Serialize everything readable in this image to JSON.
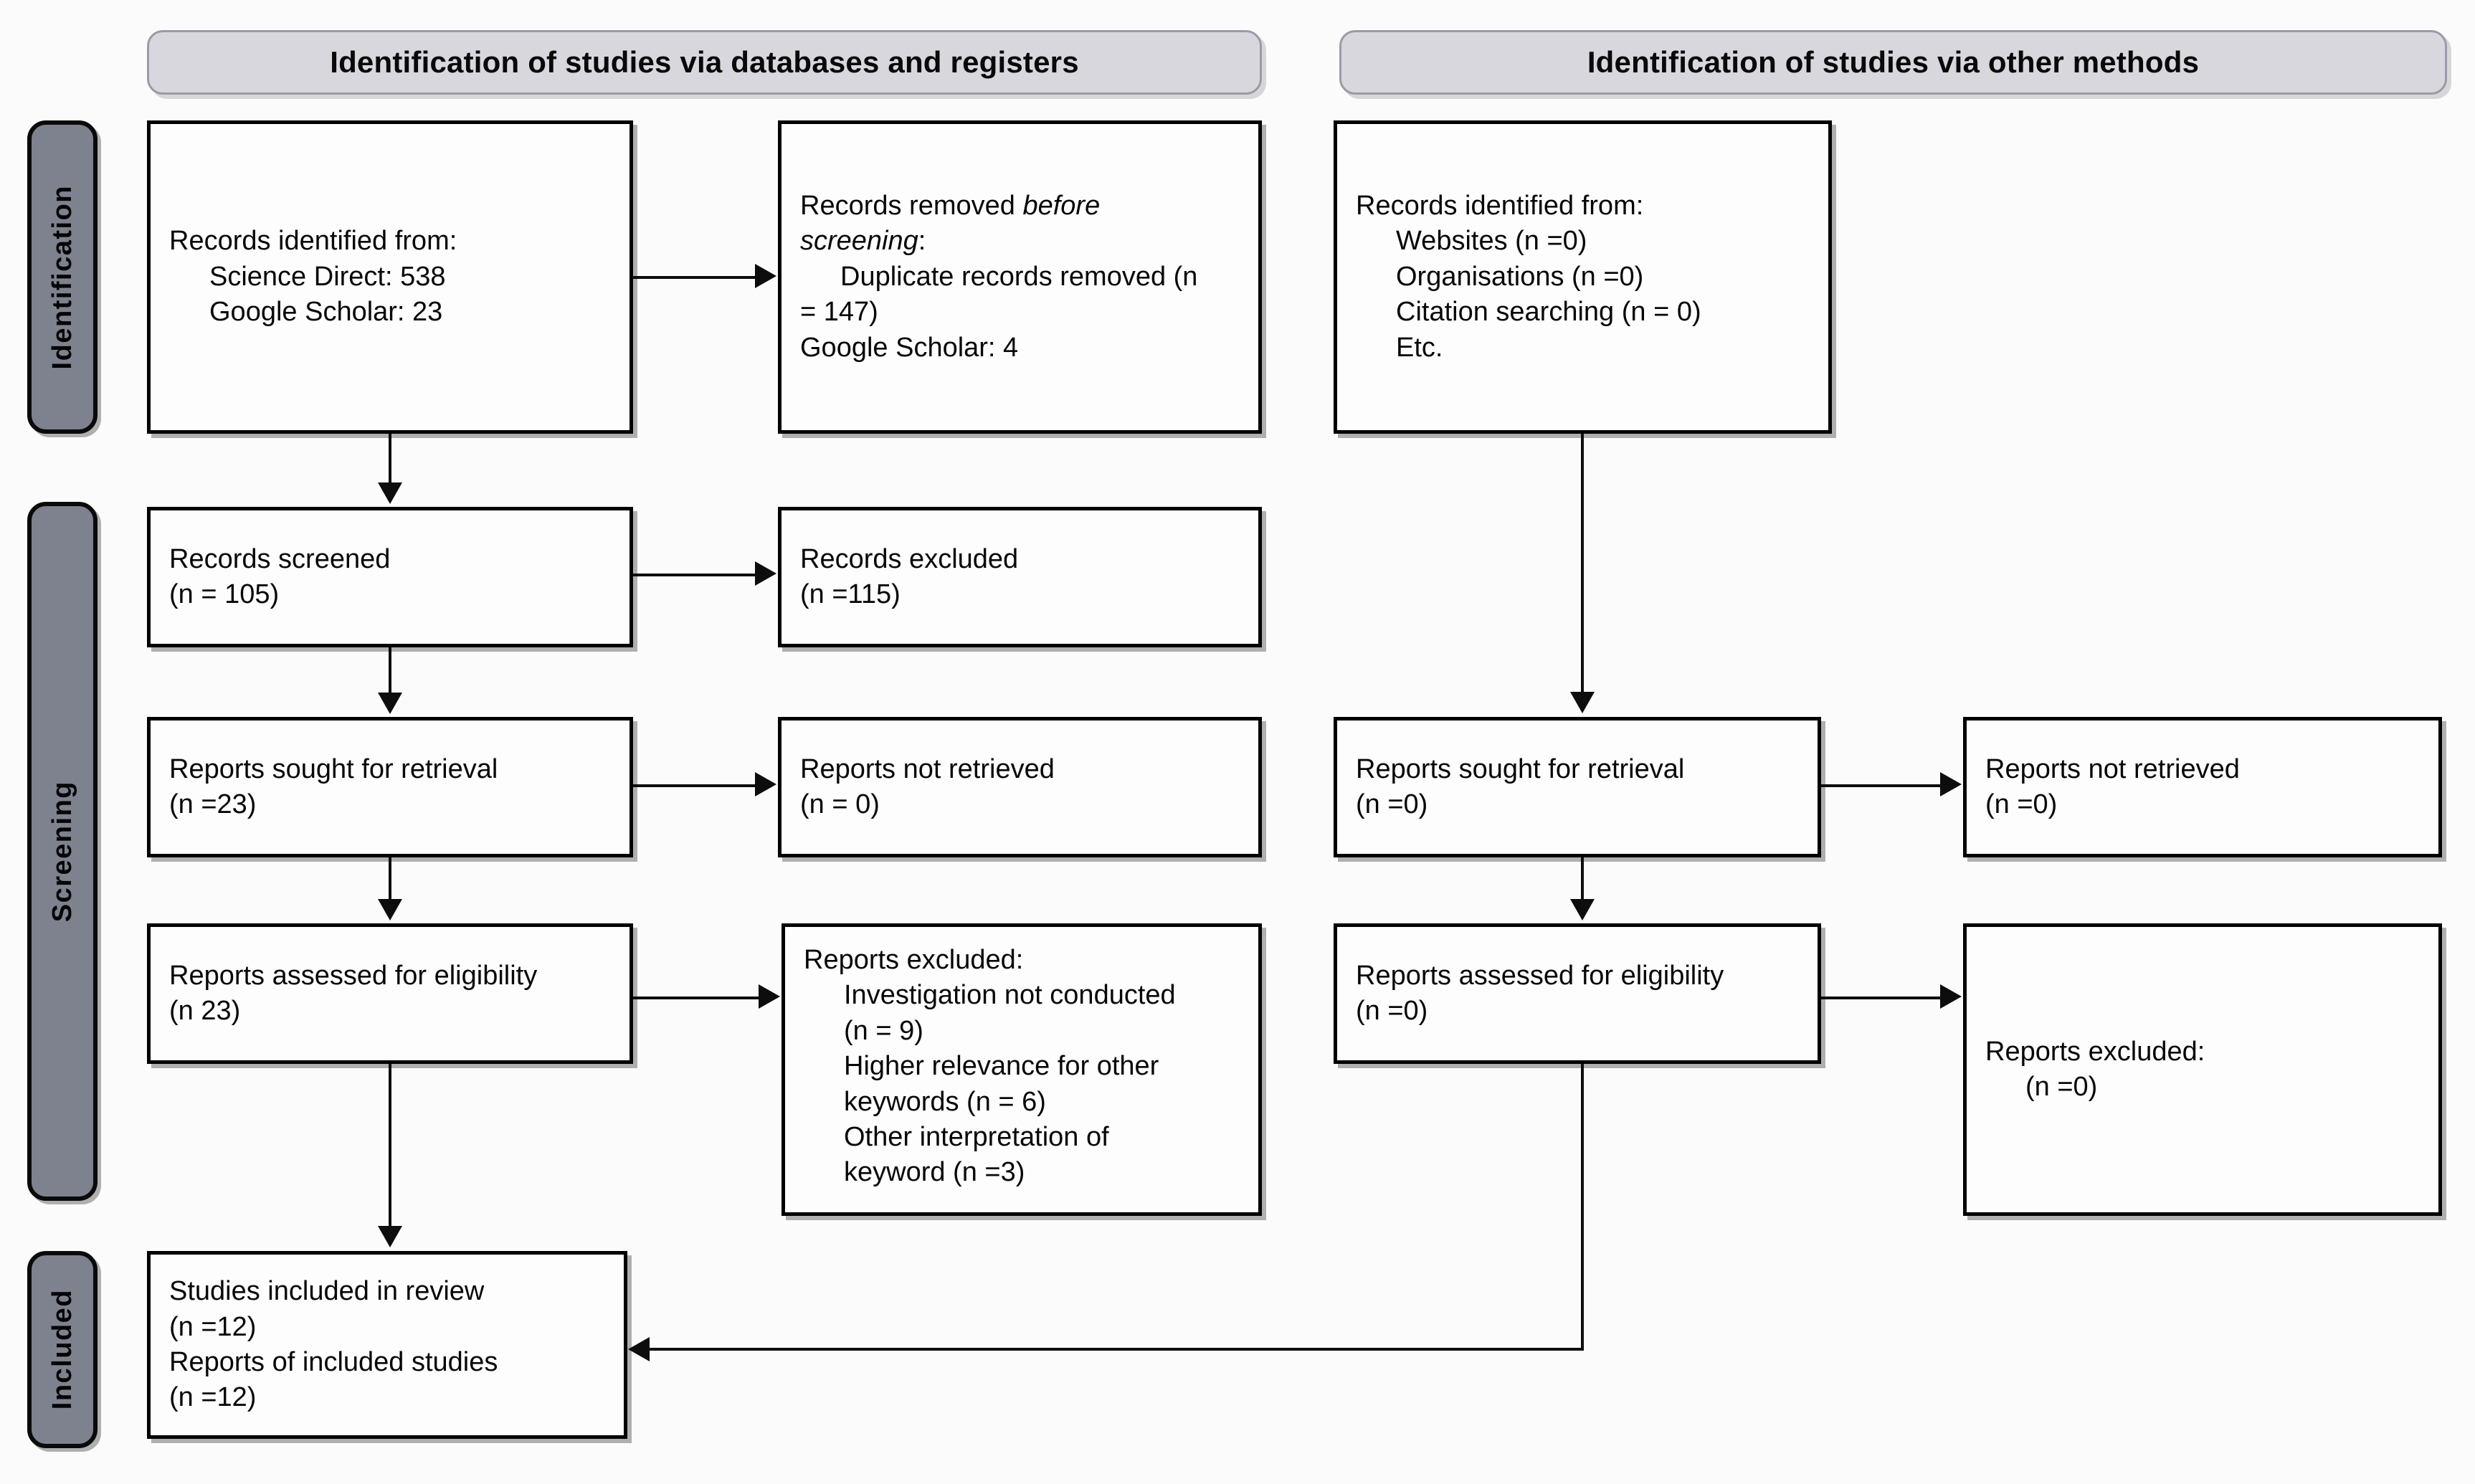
{
  "diagram": {
    "type": "prisma-flow-diagram",
    "title_left": "Identification of studies via databases and registers",
    "title_right": "Identification of studies via other methods"
  },
  "phases": [
    {
      "id": "identification",
      "label": "Identification"
    },
    {
      "id": "screening",
      "label": "Screening"
    },
    {
      "id": "included",
      "label": "Included"
    }
  ],
  "banners": {
    "left": "Identification of studies via databases and registers",
    "right": "Identification of studies via other methods"
  },
  "boxes": {
    "records_identified_db": {
      "l1": "Records identified from:",
      "l2": "Science Direct: 538",
      "l3": "Google Scholar: 23"
    },
    "records_removed": {
      "l1_a": "Records removed ",
      "l1_b": "before",
      "l2_a": "screening",
      "l2_b": ":",
      "l3": "Duplicate records removed (n",
      "l4": "= 147)",
      "l5": "Google Scholar: 4"
    },
    "records_screened": {
      "l1": "Records screened",
      "l2": "(n = 105)"
    },
    "records_excluded": {
      "l1": "Records excluded",
      "l2": "(n =115)"
    },
    "reports_sought_db": {
      "l1": "Reports sought for retrieval",
      "l2": "(n =23)"
    },
    "reports_not_retrieved_db": {
      "l1": "Reports not retrieved",
      "l2": "(n = 0)"
    },
    "reports_assessed_db": {
      "l1": "Reports assessed for eligibility",
      "l2": "(n 23)"
    },
    "reports_excluded_db": {
      "l1": "Reports excluded:",
      "l2": "Investigation not conducted",
      "l3": "(n = 9)",
      "l4": "Higher relevance for other",
      "l5": "keywords (n = 6)",
      "l6": "Other interpretation of",
      "l7": "keyword (n =3)"
    },
    "studies_included": {
      "l1": "Studies included in review",
      "l2": "(n =12)",
      "l3": "Reports of included studies",
      "l4": "(n =12)"
    },
    "records_identified_other": {
      "l1": "Records identified from:",
      "l2": "Websites (n =0)",
      "l3": "Organisations (n =0)",
      "l4": "Citation searching (n = 0)",
      "l5": "Etc."
    },
    "reports_sought_other": {
      "l1": "Reports sought for retrieval",
      "l2": "(n =0)"
    },
    "reports_not_retrieved_other": {
      "l1": "Reports not retrieved",
      "l2": "(n =0)"
    },
    "reports_assessed_other": {
      "l1": "Reports assessed for eligibility",
      "l2": "(n =0)"
    },
    "reports_excluded_other": {
      "l1": "Reports excluded:",
      "l2": "(n =0)"
    }
  },
  "colors": {
    "phase_tab_fill": "#7e828f",
    "banner_fill": "#d8d7de",
    "banner_border": "#9a9aa8",
    "box_border": "#000000",
    "page_background": "#fbfbfb",
    "text": "#070707"
  }
}
